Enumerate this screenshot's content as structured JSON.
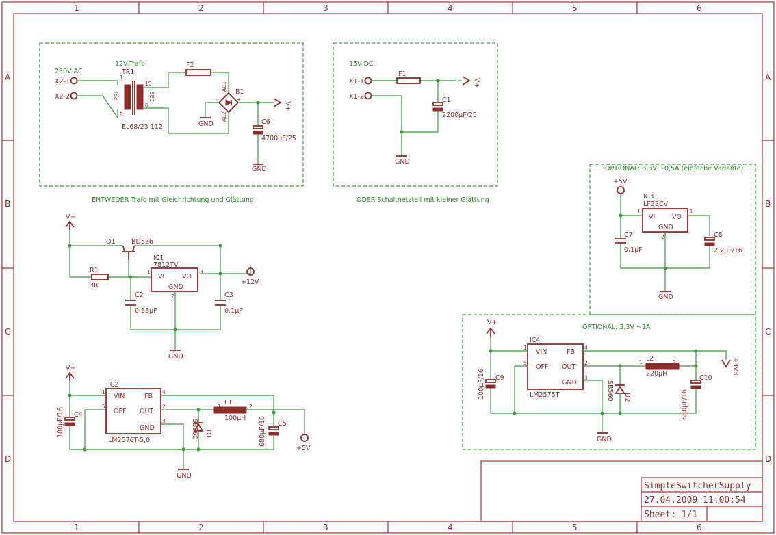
{
  "frame": {
    "columns": [
      "1",
      "2",
      "3",
      "4",
      "5",
      "6"
    ],
    "rows": [
      "A",
      "B",
      "C",
      "D"
    ]
  },
  "title_block": {
    "name": "SimpleSwitcherSupply",
    "date": "27.04.2009 11:00:54",
    "sheet": "Sheet: 1/1"
  },
  "sections": {
    "trafo_caption": "ENTWEDER Trafo mit Gleichrichtung und Glättung",
    "psu_caption": "ODER Schaltnetzteil mit kleiner Glättung",
    "opt_a_caption": "OPTIONAL: 3,3V ~0,5A (einfache Variante)",
    "opt_b_caption": "OPTIONAL: 3,3V ~1A"
  },
  "trafo": {
    "ac_label": "230V AC",
    "trafo_label": "12V-Trafo",
    "tr_ref": "TR1",
    "tr_model": "EL68/23 112",
    "x21": "X2-1",
    "x22": "X2-2",
    "fuse": "F2",
    "bridge": "B1",
    "ac1": "AC1",
    "ac2": "AC2",
    "minus": "-",
    "plus": "+",
    "vplus": "V+",
    "gnd": "GND",
    "gnd2": "GND",
    "c_ref": "C6",
    "c_val": "4700µF/25",
    "pri": "PRI",
    "sec": "SEC",
    "p1": "1",
    "p8": "8",
    "p15": "15",
    "p0": "0"
  },
  "psu": {
    "label": "15V DC",
    "x11": "X1-1",
    "x12": "X1-2",
    "fuse": "F1",
    "vplus": "V+",
    "gnd": "GND",
    "c_ref": "C1",
    "c_val": "2200µF/25"
  },
  "reg12": {
    "vplus": "V+",
    "q_ref": "Q1",
    "q_model": "BD536",
    "r_ref": "R1",
    "r_val": "3R",
    "ic_ref": "IC1",
    "ic_model": "7812TV",
    "vi": "VI",
    "vo": "VO",
    "gnd": "GND",
    "out": "+12V",
    "c2_ref": "C2",
    "c2_val": "0,33µF",
    "c3_ref": "C3",
    "c3_val": "0,1µF",
    "gnd_sym": "GND",
    "p1": "1",
    "p2": "2",
    "p3": "3"
  },
  "reg5": {
    "vplus": "V+",
    "ic_ref": "IC2",
    "ic_model": "LM2576T-5,0",
    "vin": "VIN",
    "off": "OFF",
    "fb": "FB",
    "out": "OUT",
    "gnd": "GND",
    "l_ref": "L1",
    "l_val": "100µH",
    "d_ref": "D1",
    "d_model": "SB560",
    "c4_ref": "C4",
    "c4_val": "100µF/16",
    "c5_ref": "C5",
    "c5_val": "680µF/16",
    "out_label": "+5V",
    "gnd_sym": "GND",
    "p1": "1",
    "p2": "2",
    "p3": "3",
    "p4": "4",
    "p5": "5",
    "lp1": "1",
    "lp2": "2"
  },
  "opt_a": {
    "in_label": "+5V",
    "ic_ref": "IC3",
    "ic_model": "LF33CV",
    "vi": "VI",
    "vo": "VO",
    "gnd": "GND",
    "c7_ref": "C7",
    "c7_val": "0,1µF",
    "c8_ref": "C8",
    "c8_val": "2,2µF/16",
    "gnd_sym": "GND",
    "p1": "1",
    "p2": "2",
    "p3": "3"
  },
  "opt_b": {
    "vplus": "V+",
    "ic_ref": "IC4",
    "ic_model": "LM2575T",
    "vin": "VIN",
    "off": "OFF",
    "fb": "FB",
    "out": "OUT",
    "gnd": "GND",
    "l_ref": "L2",
    "l_val": "220µH",
    "d_ref": "D2",
    "d_model": "SB560",
    "c9_ref": "C9",
    "c9_val": "100µF/16",
    "c10_ref": "C10",
    "c10_val": "680µF/16",
    "out_label": "+3V3",
    "gnd_sym": "GND",
    "p1": "1",
    "p2": "2",
    "p3": "3",
    "p4": "4",
    "p5": "5",
    "lp1": "1",
    "lp2": "2"
  }
}
